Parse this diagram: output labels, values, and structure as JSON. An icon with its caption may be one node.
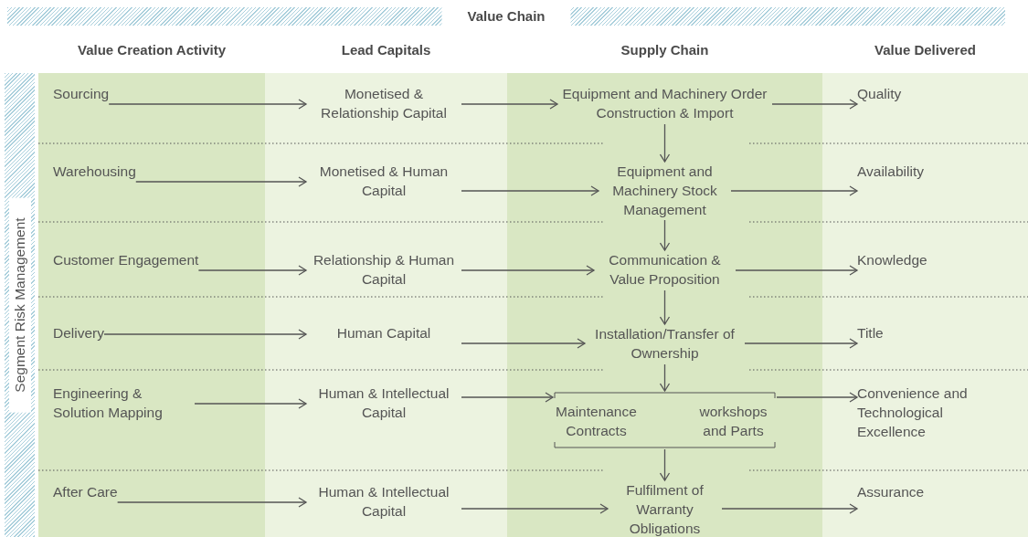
{
  "diagram": {
    "nodes": [
      {
        "text": [
          "Value Chain"
        ]
      },
      {
        "text": [
          "Segment Risk Management"
        ]
      },
      {
        "text": [
          "Sourcing"
        ]
      },
      {
        "text": [
          "Monetised & Relationship Capital"
        ]
      },
      {
        "text": [
          "Equipment and Machinery Order Construction & Import"
        ]
      },
      {
        "text": [
          "Quality"
        ]
      },
      {
        "text": [
          "Warehousing"
        ]
      },
      {
        "text": [
          "Monetised & Human Capital"
        ]
      },
      {
        "text": [
          "Equipment and Machinery Stock Management"
        ]
      },
      {
        "text": [
          "Availability"
        ]
      },
      {
        "text": [
          "Customer Engagement"
        ]
      },
      {
        "text": [
          "Relationship & Human Capital"
        ]
      },
      {
        "text": [
          "Communication & Value Proposition"
        ]
      },
      {
        "text": [
          "Knowledge"
        ]
      },
      {
        "text": [
          "Delivery"
        ]
      },
      {
        "text": [
          "Human Capital"
        ]
      },
      {
        "text": [
          "Installation/Transfer of Ownership"
        ]
      },
      {
        "text": [
          "Title"
        ]
      },
      {
        "text": [
          "Engineering & Solution Mapping"
        ]
      },
      {
        "text": [
          "Human & Intellectual Capital"
        ]
      },
      {
        "text": [],
        "shape": "bracket"
      },
      {
        "text": [
          "Maintenance Contracts"
        ],
        "in": 20
      },
      {
        "text": [
          "workshops and Parts"
        ],
        "in": 20
      },
      {
        "text": [
          "Convenience and Technological Excellence"
        ]
      },
      {
        "text": [
          "After Care"
        ]
      },
      {
        "text": [
          "Human & Intellectual Capital"
        ]
      },
      {
        "text": [
          "Fulfilment of Warranty Obligations"
        ]
      },
      {
        "text": [
          "Assurance"
        ]
      }
    ],
    "edges": [
      {
        "from": 2,
        "to": 3,
        "arrow": "to"
      },
      {
        "from": 3,
        "to": 4,
        "arrow": "to"
      },
      {
        "from": 4,
        "to": 5,
        "arrow": "to"
      },
      {
        "from": 6,
        "to": 7,
        "arrow": "to"
      },
      {
        "from": 7,
        "to": 8,
        "arrow": "to"
      },
      {
        "from": 8,
        "to": 9,
        "arrow": "to"
      },
      {
        "from": 10,
        "to": 11,
        "arrow": "to"
      },
      {
        "from": 11,
        "to": 12,
        "arrow": "to"
      },
      {
        "from": 12,
        "to": 13,
        "arrow": "to"
      },
      {
        "from": 14,
        "to": 15,
        "arrow": "to"
      },
      {
        "from": 15,
        "to": 16,
        "arrow": "to"
      },
      {
        "from": 16,
        "to": 17,
        "arrow": "to"
      },
      {
        "from": 18,
        "to": 19,
        "arrow": "to"
      },
      {
        "from": 19,
        "to": 20,
        "arrow": "to"
      },
      {
        "from": 20,
        "to": 23,
        "arrow": "to"
      },
      {
        "from": 24,
        "to": 25,
        "arrow": "to"
      },
      {
        "from": 25,
        "to": 26,
        "arrow": "to"
      },
      {
        "from": 26,
        "to": 27,
        "arrow": "to"
      },
      {
        "from": 4,
        "to": 8,
        "arrow": "to"
      },
      {
        "from": 8,
        "to": 12,
        "arrow": "to"
      },
      {
        "from": 12,
        "to": 16,
        "arrow": "to"
      },
      {
        "from": 16,
        "to": 20,
        "arrow": "to"
      },
      {
        "from": 20,
        "to": 26,
        "arrow": "to"
      }
    ],
    "labels": [
      "Value Creation Activity",
      "Lead Capitals",
      "Supply Chain",
      "Value Delivered"
    ]
  }
}
